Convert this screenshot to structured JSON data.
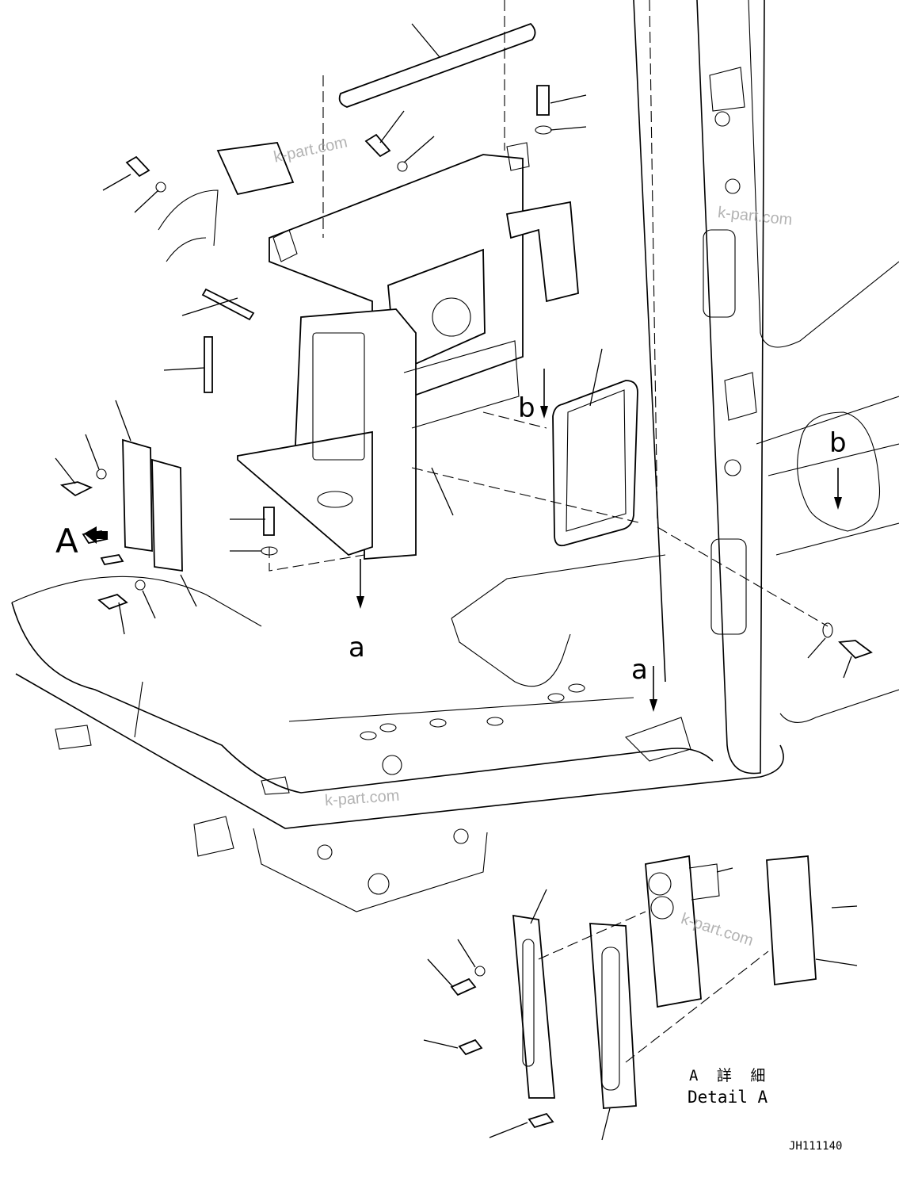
{
  "labels": {
    "view_a": "A",
    "arrow_a_1": "a",
    "arrow_a_2": "a",
    "arrow_b_1": "b",
    "arrow_b_2": "b",
    "detail_japanese": "A 詳 細",
    "detail_english": "Detail A",
    "drawing_number": "JH111140"
  },
  "watermark": {
    "text_1": "k-part.com",
    "text_2": "k-part.com",
    "text_3": "k-part.com",
    "text_4": "k-part.com"
  }
}
